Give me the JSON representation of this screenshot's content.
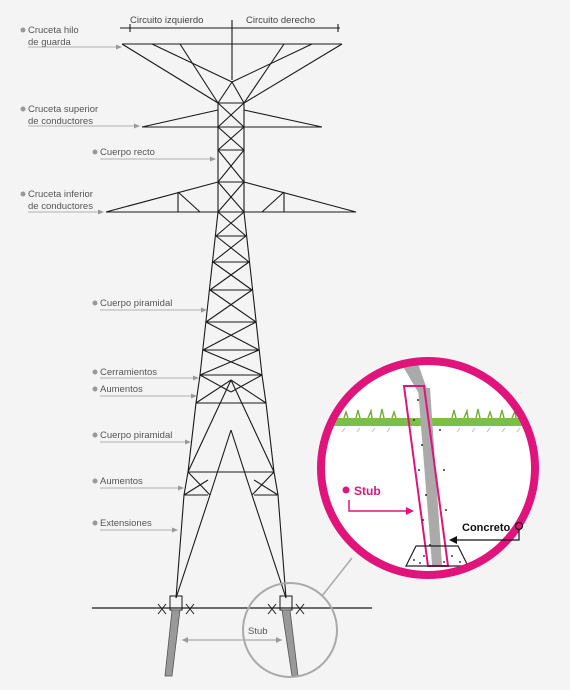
{
  "header": {
    "left_circuit": "Circuito izquierdo",
    "right_circuit": "Circuito derecho"
  },
  "labels": {
    "cruceta_guarda_1": "Cruceta hilo",
    "cruceta_guarda_2": "de guarda",
    "cruceta_superior_1": "Cruceta superior",
    "cruceta_superior_2": "de conductores",
    "cuerpo_recto": "Cuerpo recto",
    "cruceta_inferior_1": "Cruceta inferior",
    "cruceta_inferior_2": "de conductores",
    "cuerpo_piramidal_1": "Cuerpo piramidal",
    "cerramientos": "Cerramientos",
    "aumentos_1": "Aumentos",
    "cuerpo_piramidal_2": "Cuerpo piramidal",
    "aumentos_2": "Aumentos",
    "extensiones": "Extensiones",
    "stub_bottom": "Stub"
  },
  "detail": {
    "stub": "Stub",
    "concreto": "Concreto"
  },
  "colors": {
    "line": "#1a1a1a",
    "label": "#555555",
    "leader": "#999999",
    "accent": "#e0147a",
    "grass": "#7bc043",
    "stub": "#999999"
  }
}
